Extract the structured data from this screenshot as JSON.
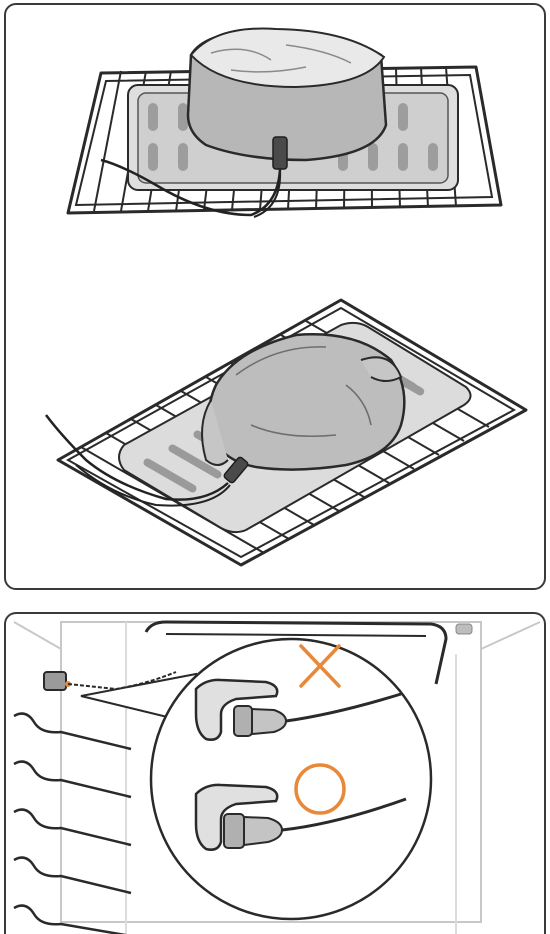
{
  "figure": {
    "panels": [
      {
        "id": "top",
        "illustration": "meat-probe-in-roast-and-chicken-on-oven-rack"
      },
      {
        "id": "bottom",
        "illustration": "probe-plug-connection-oven-interior"
      }
    ],
    "marks": {
      "incorrect": {
        "symbol": "✕",
        "color": "#e8893a"
      },
      "correct": {
        "symbol": "○",
        "color": "#e8893a"
      }
    },
    "colors": {
      "line": "#2a2a2a",
      "meat": "#b9b9b9",
      "tray": "#d7d7d7",
      "accent": "#e8893a"
    }
  }
}
